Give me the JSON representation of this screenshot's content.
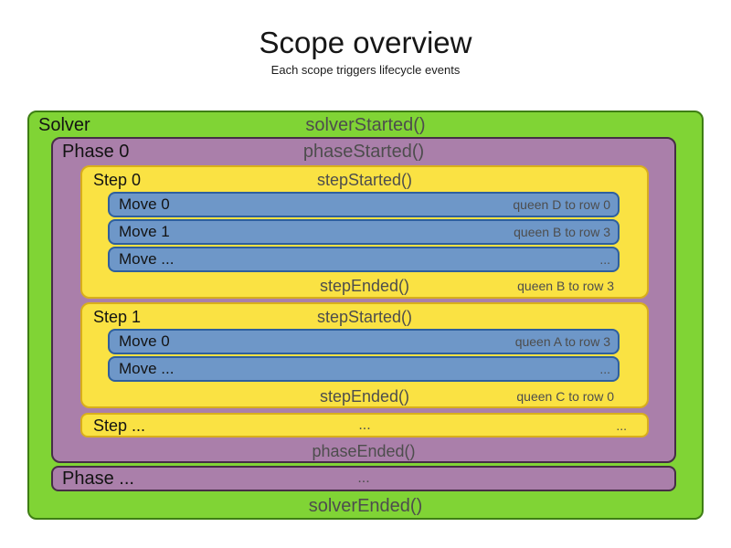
{
  "title": "Scope overview",
  "subtitle": "Each scope triggers lifecycle events",
  "colors": {
    "solver_bg": "#80D435",
    "solver_border": "#3E7E14",
    "phase_bg": "#AA7FAA",
    "phase_border": "#462D46",
    "step_bg": "#FAE243",
    "step_border": "#D8AE1C",
    "move_bg": "#6E97C8",
    "move_border": "#2E5F9E",
    "event_text": "#4D4D4D"
  },
  "solver": {
    "label": "Solver",
    "started": "solverStarted()",
    "ended": "solverEnded()",
    "phases": [
      {
        "label": "Phase 0",
        "started": "phaseStarted()",
        "ended": "phaseEnded()",
        "steps": [
          {
            "label": "Step 0",
            "started": "stepStarted()",
            "ended": "stepEnded()",
            "ended_detail": "queen B to row 3",
            "moves": [
              {
                "label": "Move 0",
                "detail": "queen D to row 0"
              },
              {
                "label": "Move 1",
                "detail": "queen B to row 3"
              },
              {
                "label": "Move ...",
                "detail": "..."
              }
            ]
          },
          {
            "label": "Step 1",
            "started": "stepStarted()",
            "ended": "stepEnded()",
            "ended_detail": "queen C to row 0",
            "moves": [
              {
                "label": "Move 0",
                "detail": "queen A to row 3"
              },
              {
                "label": "Move ...",
                "detail": "..."
              }
            ]
          }
        ],
        "more_steps": {
          "label": "Step ...",
          "center": "...",
          "right": "..."
        }
      }
    ],
    "more_phases": {
      "label": "Phase ...",
      "center": "..."
    }
  }
}
